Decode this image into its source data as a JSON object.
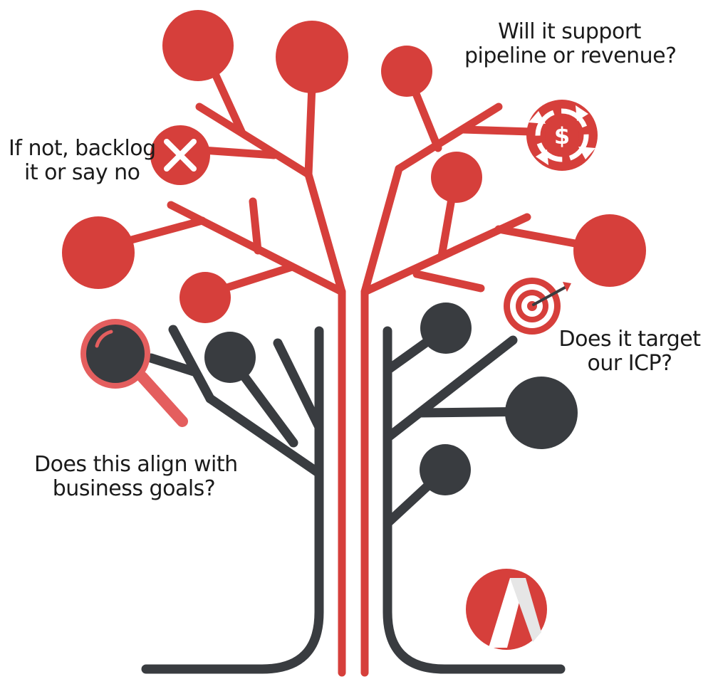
{
  "labels": {
    "backlog": [
      "If not, backlog",
      "it or say no"
    ],
    "revenue": [
      "Will it support",
      "pipeline or revenue?"
    ],
    "icp": [
      "Does it target",
      "our ICP?"
    ],
    "business": [
      "Does this align with",
      "business goals?"
    ]
  },
  "icons": {
    "reject": "close-icon",
    "revenue": "dollar-cycle-icon",
    "target": "target-icon",
    "search": "magnifier-icon",
    "logo": "brand-logo"
  },
  "colors": {
    "red": "#D63F3B",
    "dark": "#393C40",
    "pink": "#E45E5E",
    "white": "#FFFFFF",
    "logo_light": "#E6E6E6"
  }
}
